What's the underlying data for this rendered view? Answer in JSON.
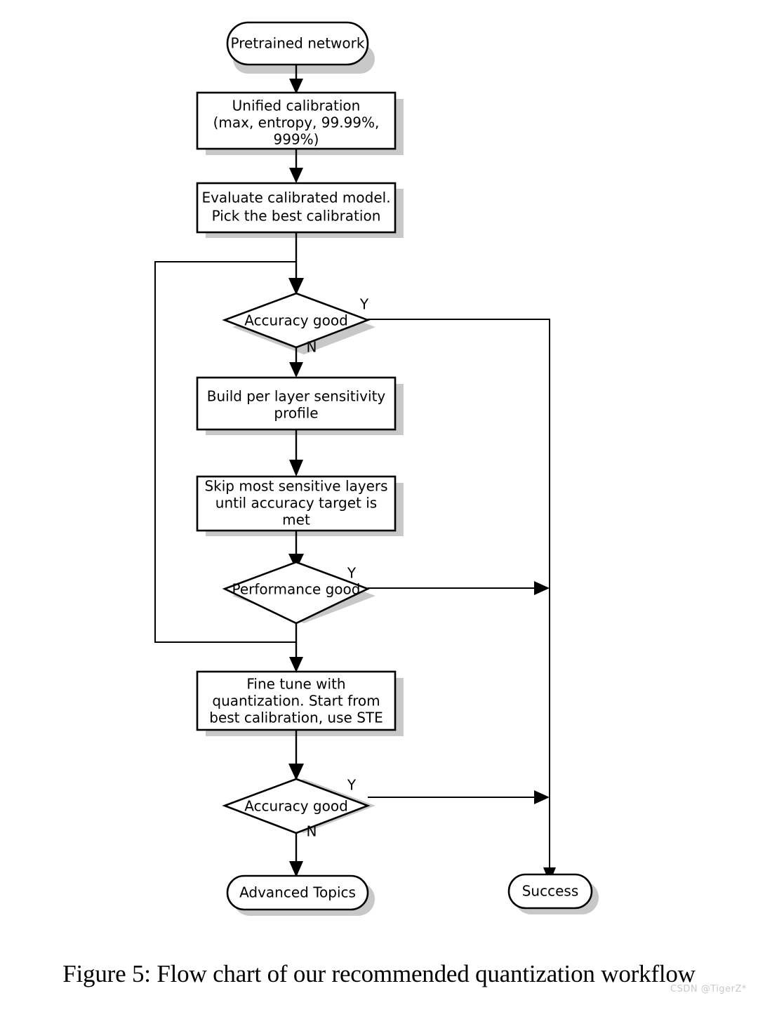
{
  "figure": {
    "caption": "Figure 5: Flow chart of our recommended quantization workflow",
    "watermark": "CSDN @TigerZ*"
  },
  "chart_data": {
    "type": "diagram",
    "diagram_kind": "flowchart",
    "title": "Flow chart of our recommended quantization workflow",
    "orientation": "top-to-bottom",
    "nodes": [
      {
        "id": "start",
        "shape": "stadium",
        "label": "Pretrained network"
      },
      {
        "id": "calib",
        "shape": "rectangle",
        "label": "Unified calibration\n(max, entropy, 99.99%,\n999%)"
      },
      {
        "id": "evaluate",
        "shape": "rectangle",
        "label": "Evaluate calibrated model.\nPick the best calibration"
      },
      {
        "id": "acc1",
        "shape": "diamond",
        "label": "Accuracy good"
      },
      {
        "id": "sensitivity",
        "shape": "rectangle",
        "label": "Build per layer sensitivity\nprofile"
      },
      {
        "id": "skip",
        "shape": "rectangle",
        "label": "Skip most sensitive layers\nuntil accuracy target is\nmet"
      },
      {
        "id": "perf",
        "shape": "diamond",
        "label": "Performance good"
      },
      {
        "id": "finetune",
        "shape": "rectangle",
        "label": "Fine tune with\nquantization. Start from\nbest calibration, use STE"
      },
      {
        "id": "acc2",
        "shape": "diamond",
        "label": "Accuracy good"
      },
      {
        "id": "advanced",
        "shape": "stadium",
        "label": "Advanced Topics"
      },
      {
        "id": "success",
        "shape": "stadium",
        "label": "Success"
      }
    ],
    "edges": [
      {
        "from": "start",
        "to": "calib",
        "label": ""
      },
      {
        "from": "calib",
        "to": "evaluate",
        "label": ""
      },
      {
        "from": "evaluate",
        "to": "acc1",
        "label": ""
      },
      {
        "from": "acc1",
        "to": "success",
        "label": "Y"
      },
      {
        "from": "acc1",
        "to": "sensitivity",
        "label": "N"
      },
      {
        "from": "sensitivity",
        "to": "skip",
        "label": ""
      },
      {
        "from": "skip",
        "to": "perf",
        "label": ""
      },
      {
        "from": "perf",
        "to": "success",
        "label": "Y"
      },
      {
        "from": "perf",
        "to": "finetune",
        "label": ""
      },
      {
        "from": "perf",
        "to": "acc1",
        "label": ""
      },
      {
        "from": "finetune",
        "to": "acc2",
        "label": ""
      },
      {
        "from": "acc2",
        "to": "success",
        "label": "Y"
      },
      {
        "from": "acc2",
        "to": "advanced",
        "label": "N"
      }
    ],
    "edge_labels": {
      "acc1_yes": "Y",
      "acc1_no": "N",
      "perf_yes": "Y",
      "acc2_yes": "Y",
      "acc2_no": "N"
    },
    "colors": {
      "node_fill": "#ffffff",
      "node_stroke": "#000000",
      "shadow": "#c8c8c8",
      "text": "#000000",
      "background": "#ffffff",
      "watermark": "#c9c9c9"
    }
  }
}
